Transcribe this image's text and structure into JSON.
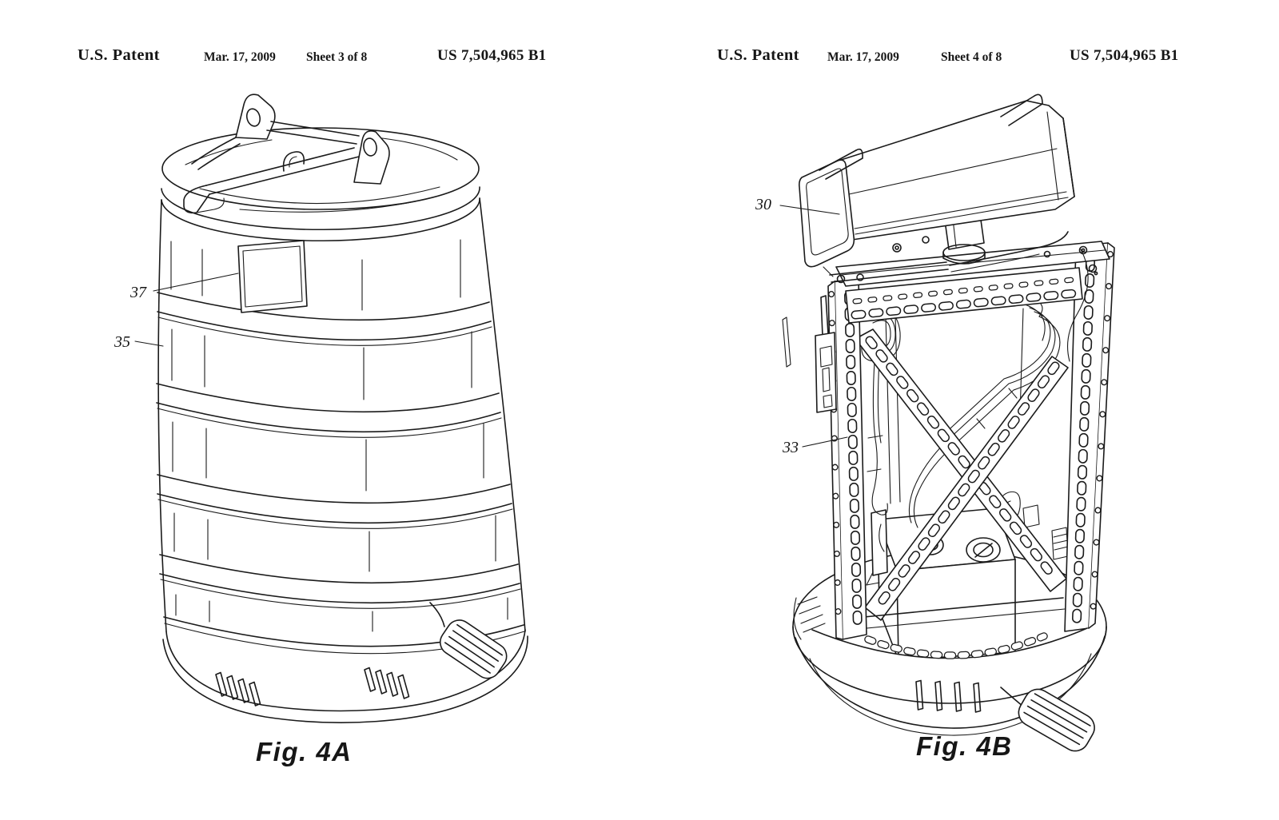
{
  "colors": {
    "ink": "#1b1b1b",
    "paper": "#ffffff"
  },
  "sheets": [
    {
      "header": {
        "patent_label": "U.S. Patent",
        "date": "Mar. 17, 2009",
        "sheet_info": "Sheet 3 of 8",
        "patent_number": "US 7,504,965 B1"
      },
      "figure": {
        "caption": "Fig. 4A",
        "numerals": [
          {
            "label": "37"
          },
          {
            "label": "35"
          }
        ]
      }
    },
    {
      "header": {
        "patent_label": "U.S. Patent",
        "date": "Mar. 17, 2009",
        "sheet_info": "Sheet 4 of 8",
        "patent_number": "US 7,504,965 B1"
      },
      "figure": {
        "caption": "Fig. 4B",
        "numerals": [
          {
            "label": "30"
          },
          {
            "label": "33"
          }
        ]
      }
    }
  ]
}
